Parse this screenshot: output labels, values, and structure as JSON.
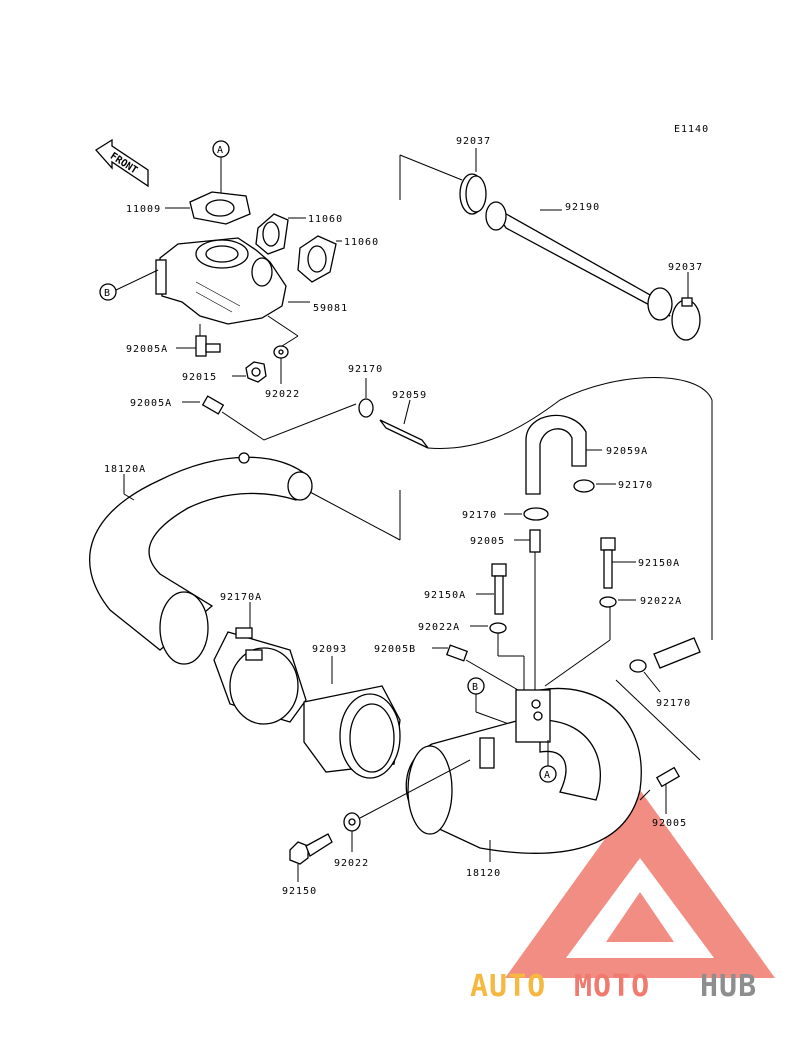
{
  "diagram": {
    "code": "E1140",
    "front_label": "FRONT",
    "callouts": {
      "a": "A",
      "b": "B"
    },
    "labels": {
      "p92037_top": "92037",
      "p92190": "92190",
      "p92037_right": "92037",
      "p11009": "11009",
      "p11060_a": "11060",
      "p11060_b": "11060",
      "p59081": "59081",
      "p92005A_a": "92005A",
      "p92015": "92015",
      "p92022_a": "92022",
      "p92170_a": "92170",
      "p92059": "92059",
      "p92005A_b": "92005A",
      "p92059A": "92059A",
      "p18120A": "18120A",
      "p92170_b": "92170",
      "p92170_c": "92170",
      "p92005_a": "92005",
      "p92150A_a": "92150A",
      "p92150A_b": "92150A",
      "p92022A_a": "92022A",
      "p92022A_b": "92022A",
      "p92170A": "92170A",
      "p92093": "92093",
      "p92005B": "92005B",
      "p92170_d": "92170",
      "p92005_b": "92005",
      "p92022_b": "92022",
      "p18120": "18120",
      "p92150": "92150"
    }
  },
  "watermark": {
    "word_part_1": "AUTO",
    "word_part_2": "MOTO",
    "word_part_3": "HUB",
    "colors": {
      "orange": "#f5b942",
      "red": "#f07a6e",
      "gray": "#8e8e8e"
    }
  }
}
